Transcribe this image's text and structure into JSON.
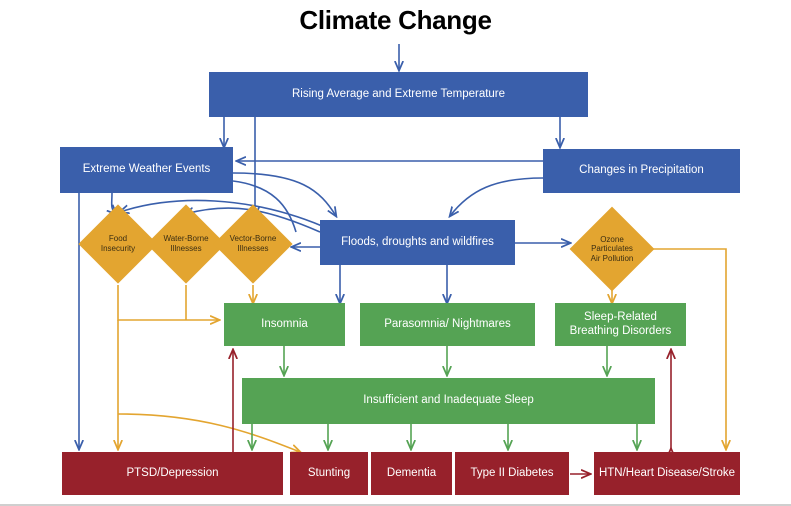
{
  "title": "Climate Change",
  "colors": {
    "blue": "#3A5FAB",
    "green": "#55A354",
    "red": "#97212B",
    "orange": "#E3A530",
    "title_text": "#000000",
    "node_text": "#FFFFFF",
    "diamond_text": "#3B2E12"
  },
  "nodes": {
    "rising_temp": "Rising Average and Extreme Temperature",
    "extreme_weather": "Extreme Weather Events",
    "precipitation": "Changes in Precipitation",
    "floods": "Floods, droughts and wildfires",
    "food_insecurity": "Food Insecurity",
    "water_borne": "Water-Borne Illnesses",
    "vector_borne": "Vector-Borne Illnesses",
    "ozone": "Ozone Particulates Air Pollution",
    "insomnia": "Insomnia",
    "parasomnia": "Parasomnia/ Nightmares",
    "sleep_breathing": "Sleep-Related Breathing Disorders",
    "insufficient_sleep": "Insufficient and Inadequate Sleep",
    "ptsd": "PTSD/Depression",
    "stunting": "Stunting",
    "dementia": "Dementia",
    "diabetes": "Type II Diabetes",
    "htn": "HTN/Heart Disease/Stroke"
  },
  "diamond_lines": {
    "food_insecurity": [
      "Food",
      "Insecurity"
    ],
    "water_borne": [
      "Water-Borne",
      "Illnesses"
    ],
    "vector_borne": [
      "Vector-Borne",
      "Illnesses"
    ],
    "ozone": [
      "Ozone Particulates",
      "Air Pollution"
    ]
  },
  "wrapped_lines": {
    "sleep_breathing": [
      "Sleep-Related",
      "Breathing Disorders"
    ]
  },
  "edges": [
    {
      "from": "title",
      "to": "rising_temp",
      "color": "blue"
    },
    {
      "from": "rising_temp",
      "to": "extreme_weather",
      "color": "blue"
    },
    {
      "from": "rising_temp",
      "to": "precipitation",
      "color": "blue"
    },
    {
      "from": "rising_temp",
      "to": "vector_borne",
      "color": "blue"
    },
    {
      "from": "precipitation",
      "to": "extreme_weather",
      "color": "blue"
    },
    {
      "from": "precipitation",
      "to": "floods",
      "color": "blue"
    },
    {
      "from": "extreme_weather",
      "to": "food_insecurity",
      "color": "blue"
    },
    {
      "from": "extreme_weather",
      "to": "water_borne",
      "color": "blue"
    },
    {
      "from": "extreme_weather",
      "to": "floods",
      "color": "blue"
    },
    {
      "from": "extreme_weather",
      "to": "ptsd",
      "color": "blue"
    },
    {
      "from": "floods",
      "to": "vector_borne",
      "color": "blue"
    },
    {
      "from": "floods",
      "to": "parasomnia",
      "color": "blue"
    },
    {
      "from": "floods",
      "to": "insomnia",
      "color": "blue"
    },
    {
      "from": "floods",
      "to": "ozone",
      "color": "blue"
    },
    {
      "from": "food_insecurity",
      "to": "insomnia",
      "color": "orange"
    },
    {
      "from": "food_insecurity",
      "to": "ptsd",
      "color": "orange"
    },
    {
      "from": "food_insecurity",
      "to": "stunting",
      "color": "orange"
    },
    {
      "from": "water_borne",
      "to": "insomnia",
      "color": "orange"
    },
    {
      "from": "vector_borne",
      "to": "insomnia",
      "color": "orange"
    },
    {
      "from": "ozone",
      "to": "sleep_breathing",
      "color": "orange"
    },
    {
      "from": "ozone",
      "to": "htn",
      "color": "orange"
    },
    {
      "from": "insomnia",
      "to": "insufficient_sleep",
      "color": "green"
    },
    {
      "from": "parasomnia",
      "to": "insufficient_sleep",
      "color": "green"
    },
    {
      "from": "sleep_breathing",
      "to": "insufficient_sleep",
      "color": "green"
    },
    {
      "from": "insufficient_sleep",
      "to": "ptsd",
      "color": "green"
    },
    {
      "from": "insufficient_sleep",
      "to": "stunting",
      "color": "green"
    },
    {
      "from": "insufficient_sleep",
      "to": "dementia",
      "color": "green"
    },
    {
      "from": "insufficient_sleep",
      "to": "diabetes",
      "color": "green"
    },
    {
      "from": "insufficient_sleep",
      "to": "htn",
      "color": "green"
    },
    {
      "from": "ptsd",
      "to": "insomnia",
      "color": "red"
    },
    {
      "from": "htn",
      "to": "sleep_breathing",
      "color": "red"
    },
    {
      "from": "diabetes",
      "to": "htn",
      "color": "red"
    }
  ]
}
